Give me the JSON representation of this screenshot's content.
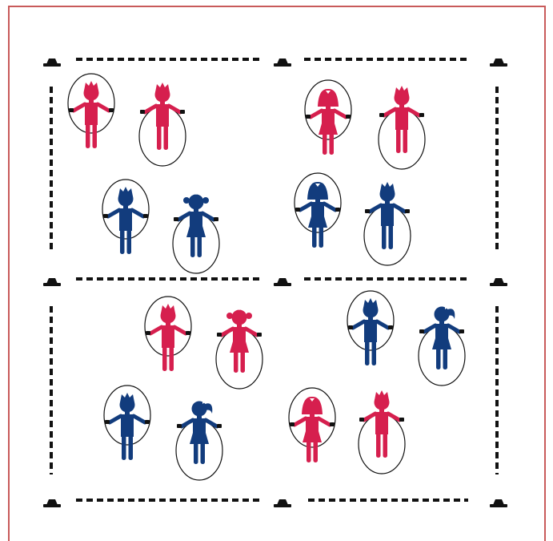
{
  "colors": {
    "frame": "#c85a5a",
    "red_team": "#d61f4e",
    "blue_team": "#123c7d",
    "cone": "#111111",
    "line": "#111111",
    "rope": "#111111"
  },
  "icons": {
    "cone": "cone-icon",
    "jumper": "child-jumping-rope-icon"
  },
  "zones": [
    {
      "name": "top-left",
      "jumpers": [
        {
          "team": "red",
          "style": "boy",
          "rope": "over-head"
        },
        {
          "team": "red",
          "style": "boy",
          "rope": "under-feet"
        },
        {
          "team": "blue",
          "style": "boy",
          "rope": "over-head"
        },
        {
          "team": "blue",
          "style": "girl-pigtails",
          "rope": "under-feet"
        }
      ]
    },
    {
      "name": "top-right",
      "jumpers": [
        {
          "team": "red",
          "style": "girl-bangs",
          "rope": "over-head"
        },
        {
          "team": "red",
          "style": "boy",
          "rope": "under-feet"
        },
        {
          "team": "blue",
          "style": "girl-bangs",
          "rope": "over-head"
        },
        {
          "team": "blue",
          "style": "boy",
          "rope": "under-feet"
        }
      ]
    },
    {
      "name": "bottom-left",
      "jumpers": [
        {
          "team": "red",
          "style": "boy",
          "rope": "over-head"
        },
        {
          "team": "red",
          "style": "girl-pigtails",
          "rope": "under-feet"
        },
        {
          "team": "blue",
          "style": "boy",
          "rope": "over-head"
        },
        {
          "team": "blue",
          "style": "girl-ponytail",
          "rope": "under-feet"
        }
      ]
    },
    {
      "name": "bottom-right",
      "jumpers": [
        {
          "team": "blue",
          "style": "boy",
          "rope": "over-head"
        },
        {
          "team": "blue",
          "style": "girl-ponytail",
          "rope": "under-feet"
        },
        {
          "team": "red",
          "style": "girl-bangs",
          "rope": "over-head"
        },
        {
          "team": "red",
          "style": "boy",
          "rope": "under-feet"
        }
      ]
    }
  ]
}
